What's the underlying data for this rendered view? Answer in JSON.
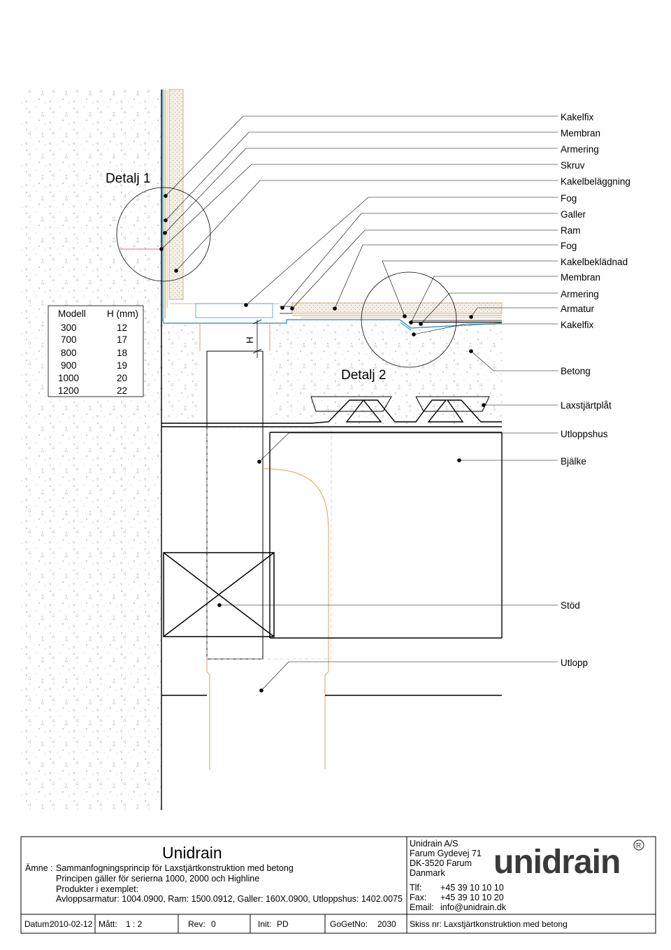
{
  "details": {
    "detail1": "Detalj 1",
    "detail2": "Detalj 2",
    "dimension": "H"
  },
  "table": {
    "headers": [
      "Modell",
      "H (mm)"
    ],
    "rows": [
      [
        "300",
        "12"
      ],
      [
        "700",
        "17"
      ],
      [
        "800",
        "18"
      ],
      [
        "900",
        "19"
      ],
      [
        "1000",
        "20"
      ],
      [
        "1200",
        "22"
      ]
    ]
  },
  "labels": [
    "Kakelfix",
    "Membran",
    "Armering",
    "Skruv",
    "Kakelbeläggning",
    "Fog",
    "Galler",
    "Ram",
    "Fog",
    "Kakelbeklädnad",
    "Membran",
    "Armering",
    "Armatur",
    "Kakelfix",
    "Betong",
    "Laxstjärtplåt",
    "Utloppshus",
    "Bjälke",
    "Stöd",
    "Utlopp"
  ],
  "titleblock": {
    "brand": "Unidrain",
    "amne_label": "Ämne :",
    "amne": "Sammanfogningsprincip för Laxstjärtkonstruktion med betong",
    "line2": "Principen gäller för serierna 1000, 2000 och Highline",
    "line3": "Produkter i exemplet:",
    "line4": "Avloppsarmatur: 1004.0900, Ram: 1500.0912, Galler: 160X.0900, Utloppshus: 1402.0075",
    "company": "Unidrain A/S",
    "street": "Farum Gydevej 71",
    "city": "DK-3520 Farum",
    "country": "Danmark",
    "tlf_label": "Tlf:",
    "tlf": "+45 39 10 10 10",
    "fax_label": "Fax:",
    "fax": "+45 39 10 10 20",
    "email_label": "Email:",
    "email": "info@unidrain.dk",
    "logo": "unidrain",
    "registered": "®",
    "datum_label": "Datum:",
    "datum": "2010-02-12",
    "matt_label": "Mått:",
    "matt": "1 : 2",
    "rev_label": "Rev:",
    "rev": "0",
    "init_label": "Init:",
    "init": "PD",
    "gogetno_label": "GoGetNo:",
    "gogetno": "2030",
    "skiss_label": "Skiss nr:",
    "skiss": "Laxstjärtkonstruktion med betong"
  },
  "colors": {
    "line": "#000000",
    "tile": "#c8a060",
    "membrane": "#3aa0c8",
    "outlet": "#d8a060",
    "concrete_dot": "#b0b0b0",
    "leader_red": "#e04060"
  }
}
